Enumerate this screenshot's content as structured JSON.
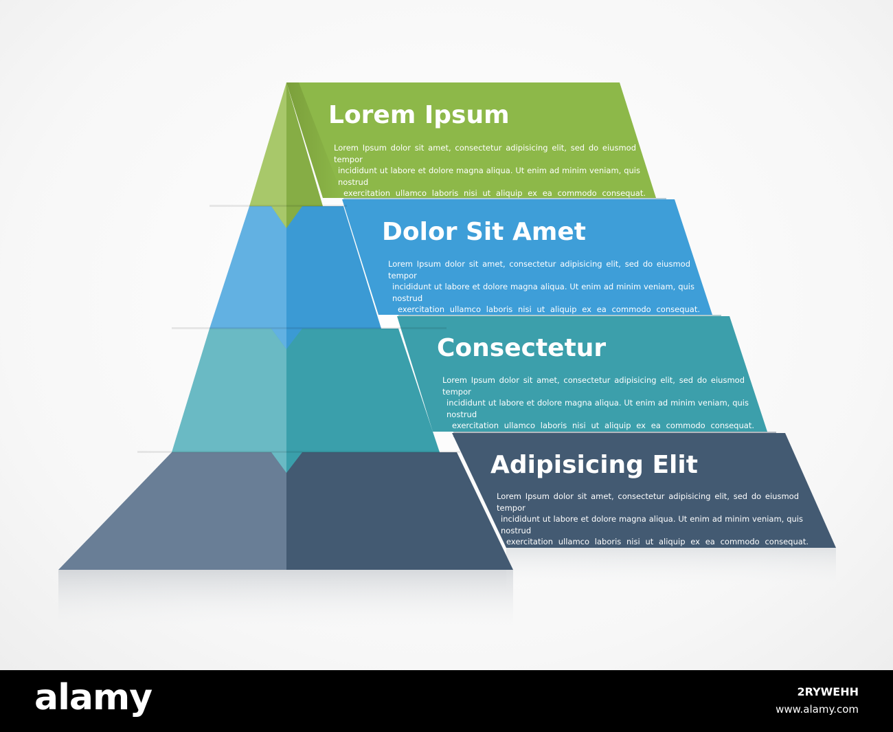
{
  "tiers": [
    {
      "title": "Lorem Ipsum",
      "lines": [
        "Lorem Ipsum dolor sit amet, consectetur adipisicing elit, sed do eiusmod tempor",
        "incididunt ut labore et dolore magna aliqua. Ut enim ad minim veniam, quis nostrud",
        "exercitation ullamco laboris nisi ut aliquip ex ea commodo consequat."
      ],
      "color": "#8db849"
    },
    {
      "title": "Dolor Sit Amet",
      "lines": [
        "Lorem Ipsum dolor sit amet, consectetur adipisicing elit, sed do eiusmod tempor",
        "incididunt ut labore et dolore magna aliqua. Ut enim ad minim veniam, quis nostrud",
        "exercitation ullamco laboris nisi ut aliquip ex ea commodo consequat."
      ],
      "color": "#3e9ed8"
    },
    {
      "title": "Consectetur",
      "lines": [
        "Lorem Ipsum dolor sit amet, consectetur adipisicing elit, sed do eiusmod tempor",
        "incididunt ut labore et dolore magna aliqua. Ut enim ad minim veniam, quis nostrud",
        "exercitation ullamco laboris nisi ut aliquip ex ea commodo consequat."
      ],
      "color": "#3c9fab"
    },
    {
      "title": "Adipisicing Elit",
      "lines": [
        "Lorem Ipsum dolor sit amet, consectetur adipisicing elit, sed do eiusmod tempor",
        "incididunt ut labore et dolore magna aliqua. Ut enim ad minim veniam, quis nostrud",
        "exercitation ullamco laboris nisi ut aliquip ex ea commodo consequat."
      ],
      "color": "#435a72"
    }
  ],
  "footer": {
    "logo": "alamy",
    "stock_id": "2RYWEHH",
    "url": "www.alamy.com"
  }
}
